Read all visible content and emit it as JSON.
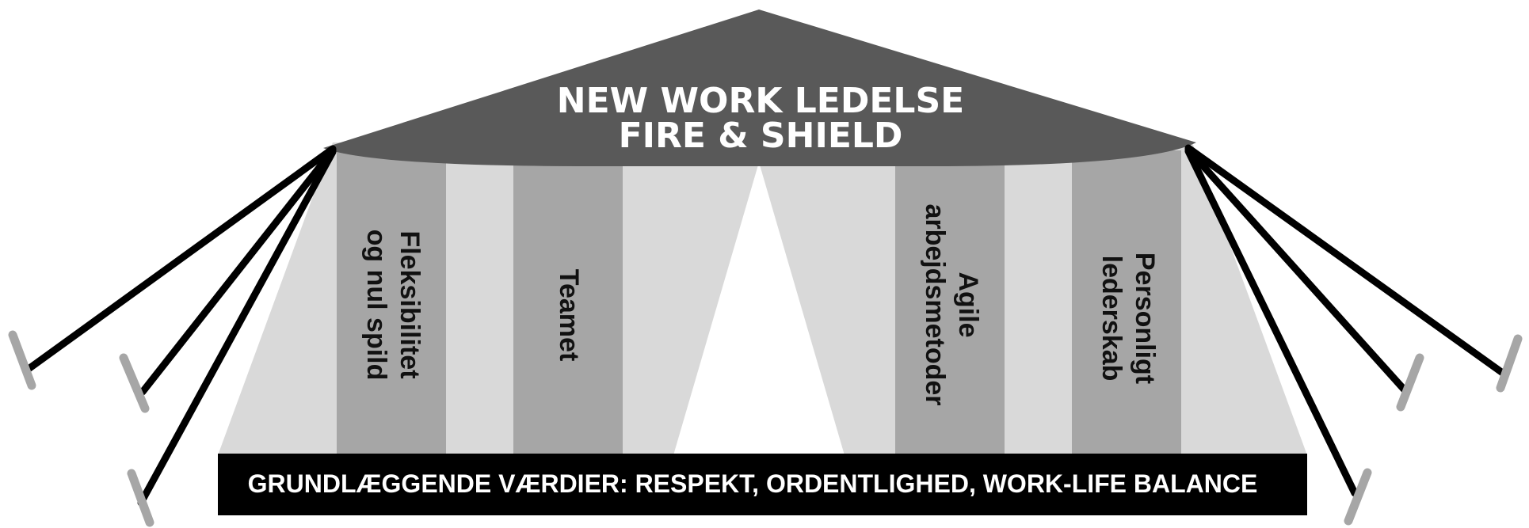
{
  "roof": {
    "title_line1": "NEW WORK LEDELSE",
    "title_line2": "FIRE & SHIELD"
  },
  "pillars": [
    {
      "line1": "Fleksibilitet",
      "line2": "og nul spild"
    },
    {
      "line1": "Teamet",
      "line2": ""
    },
    {
      "line1": "Agile",
      "line2": "arbejdsmetoder"
    },
    {
      "line1": "Personligt",
      "line2": "lederskab"
    }
  ],
  "base": {
    "label": "GRUNDLÆGGENDE VÆRDIER: RESPEKT, ORDENTLIGHED, WORK-LIFE BALANCE"
  },
  "colors": {
    "roof": "#595959",
    "tent_fabric": "#d9d9d9",
    "pillar": "#a6a6a6",
    "base": "#000000",
    "peg": "#a6a6a6",
    "rope": "#000000"
  }
}
